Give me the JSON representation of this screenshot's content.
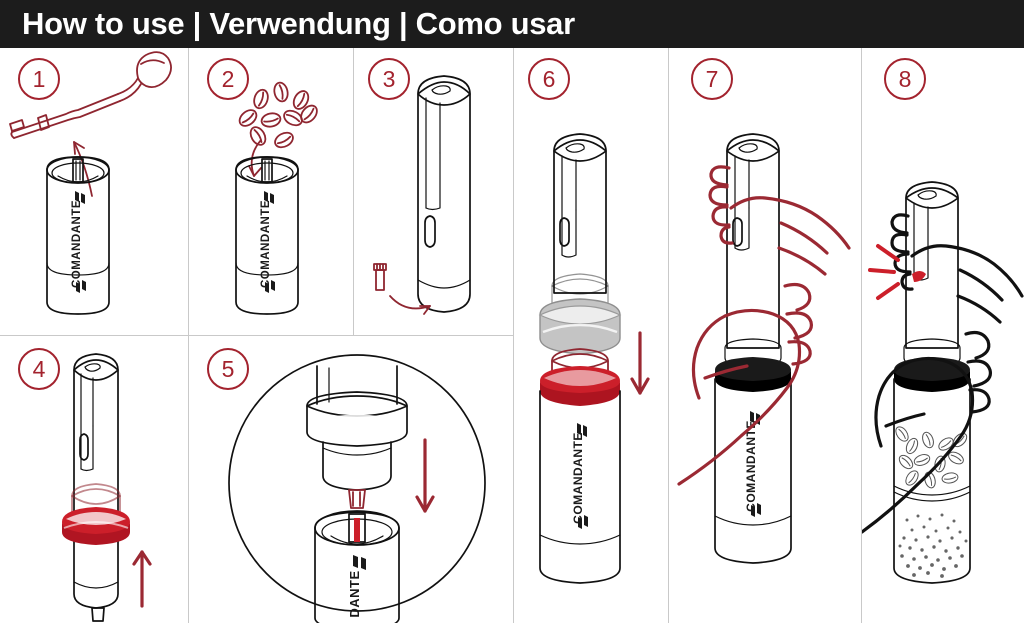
{
  "header": {
    "title": "How to use | Verwendung | Como usar",
    "languages": [
      "How to use",
      "Verwendung",
      "Como usar"
    ],
    "separator": "|",
    "background_color": "#1c1c1c",
    "text_color": "#ffffff"
  },
  "colors": {
    "accent_dark_red": "#a3232e",
    "bright_red": "#cc1f2a",
    "outline_black": "#111111",
    "collar_grey": "#b5b5b5",
    "divider_grey": "#c9c9c9",
    "page_background": "#ffffff"
  },
  "product": {
    "brand_label": "COMANDANTE",
    "brand_label_partial": "DANTE"
  },
  "steps": [
    {
      "number": "1",
      "name": "attach-crank-handle",
      "description": "Attach the crank handle to the top of the grinder"
    },
    {
      "number": "2",
      "name": "fill-coffee-beans",
      "description": "Pour coffee beans into the grinder hopper",
      "bean_count": 9
    },
    {
      "number": "3",
      "name": "remove-adjustment-nut",
      "description": "Turn grinder upside down and remove the click adjustment nut"
    },
    {
      "number": "4",
      "name": "attach-red-ring",
      "description": "Slide the red ring up onto the inverted grinder",
      "arrow_direction": "up"
    },
    {
      "number": "5",
      "name": "align-burr-detail",
      "description": "Detail view: lower the assembly down onto the catch jar",
      "arrow_direction": "down",
      "is_magnified_detail": true
    },
    {
      "number": "6",
      "name": "seat-collar-assembly",
      "description": "Press the grey collar and red ring down onto the body",
      "arrow_direction": "down"
    },
    {
      "number": "7",
      "name": "grip-with-both-hands",
      "description": "Hold the grinder with both hands",
      "hand_outline_color": "#9b2933"
    },
    {
      "number": "8",
      "name": "grind-and-collect",
      "description": "Grind; ground coffee collects in the lower jar",
      "hand_outline_color": "#111111",
      "impact_marks": 3
    }
  ]
}
